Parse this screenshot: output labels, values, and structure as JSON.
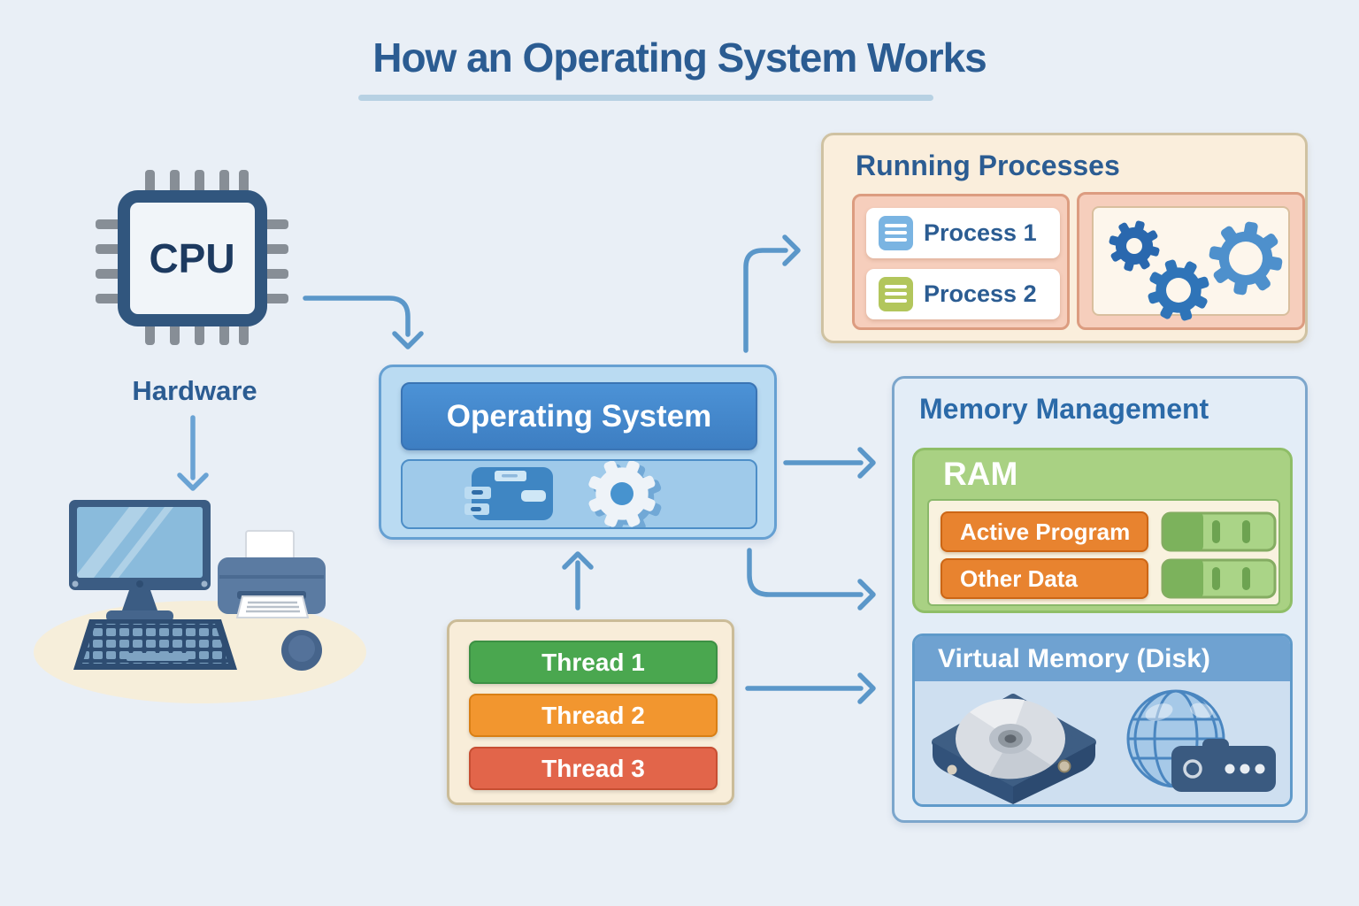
{
  "title": "How an Operating System Works",
  "hardware": {
    "chip_label": "CPU",
    "label": "Hardware",
    "icons": [
      "cpu-chip",
      "monitor",
      "keyboard",
      "printer",
      "mouse"
    ]
  },
  "os": {
    "label": "Operating System",
    "icons": [
      "server",
      "gear"
    ]
  },
  "running_processes": {
    "title": "Running Processes",
    "processes": [
      {
        "label": "Process 1",
        "icon": "document-list",
        "icon_color": "#7ab4e2"
      },
      {
        "label": "Process 2",
        "icon": "document-list",
        "icon_color": "#b2c65c"
      }
    ],
    "gears_icon": "three-gears"
  },
  "memory_management": {
    "title": "Memory Management",
    "ram": {
      "label": "RAM",
      "items": [
        {
          "label": "Active Program",
          "icon": "memory-bar"
        },
        {
          "label": "Other Data",
          "icon": "memory-bar"
        }
      ]
    },
    "virtual_memory": {
      "label": "Virtual Memory (Disk)",
      "icons": [
        "hard-disk",
        "globe",
        "network-device"
      ]
    }
  },
  "threads": {
    "items": [
      {
        "label": "Thread 1",
        "color": "#4aa74f"
      },
      {
        "label": "Thread 2",
        "color": "#f2962f"
      },
      {
        "label": "Thread 3",
        "color": "#e2654a"
      }
    ]
  },
  "colors": {
    "background": "#e9eff6",
    "title_text": "#2b5c92",
    "arrow": "#5b97c9",
    "os_header": "#4489cf",
    "os_panel": "#badbf2",
    "process_box": "#faeedc",
    "salmon_panel": "#f6cebc",
    "ram_green": "#a9d183",
    "ram_orange": "#e8832f",
    "vm_header": "#6fa2d1",
    "vm_body": "#cedff0"
  }
}
